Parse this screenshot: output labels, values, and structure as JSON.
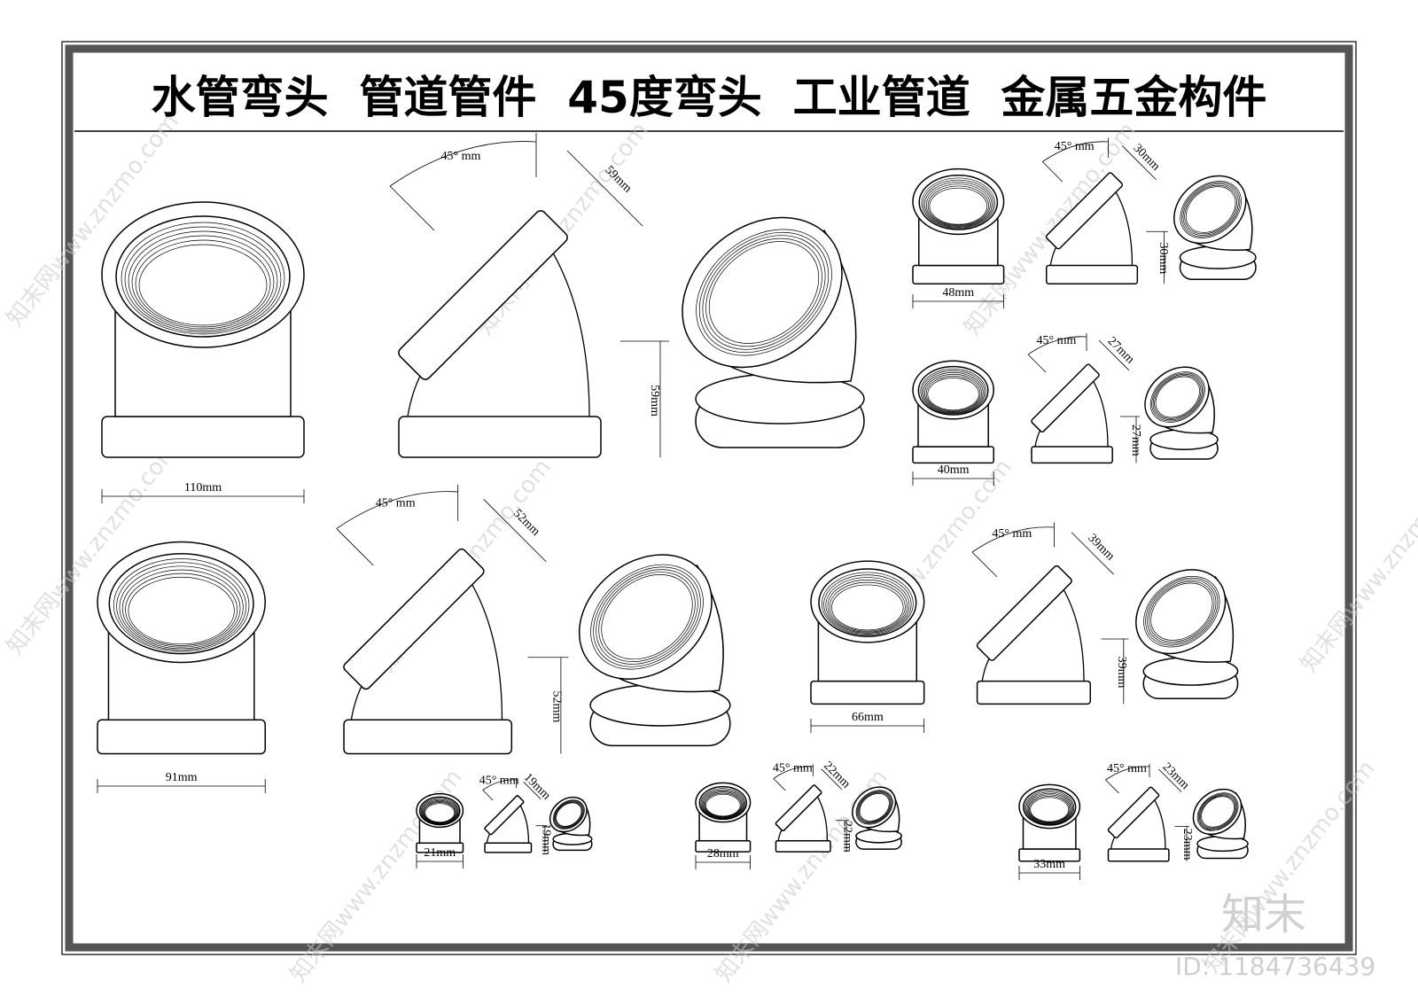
{
  "title": "水管弯头  管道管件  45度弯头  工业管道  金属五金构件",
  "watermark_text": "知末网www.znzmo.com",
  "brand_mark": "知末",
  "id_label": "ID: 1184736439",
  "angle_label": "45° mm",
  "groups": [
    {
      "id": "g1",
      "width_label": "110mm",
      "side_label": "59mm",
      "height_label": "59mm"
    },
    {
      "id": "g2",
      "width_label": "91mm",
      "side_label": "52mm",
      "height_label": "52mm"
    },
    {
      "id": "g3",
      "width_label": "48mm",
      "side_label": "30mm",
      "height_label": "30mm"
    },
    {
      "id": "g4",
      "width_label": "40mm",
      "side_label": "27mm",
      "height_label": "27mm"
    },
    {
      "id": "g5",
      "width_label": "66mm",
      "side_label": "39mm",
      "height_label": "39mm"
    },
    {
      "id": "g6",
      "width_label": "21mm",
      "side_label": "19mm",
      "height_label": "19mm"
    },
    {
      "id": "g7",
      "width_label": "28mm",
      "side_label": "22mm",
      "height_label": "22mm"
    },
    {
      "id": "g8",
      "width_label": "33mm",
      "side_label": "23mm",
      "height_label": "23mm"
    }
  ]
}
